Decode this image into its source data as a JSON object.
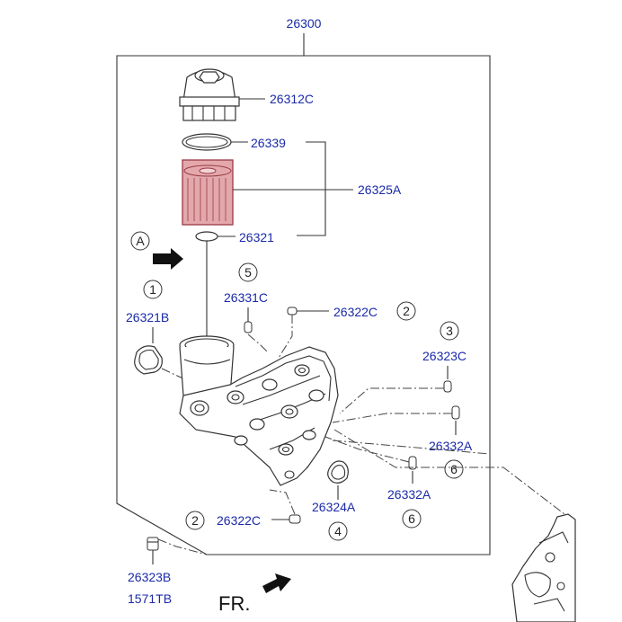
{
  "assembly_number": "26300",
  "parts": {
    "filter_cap": "26312C",
    "o_ring_cap": "26339",
    "filter_element": "26325A",
    "o_ring_small": "26321",
    "gasket_left": "26321B",
    "plug_5": "26331C",
    "plug_2_top": "26322C",
    "plug_3": "26323C",
    "plug_6_right": "26332A",
    "plug_6_center": "26332A",
    "gasket_4": "26324A",
    "plug_2_bottom": "26322C",
    "sensor_bottom": "26323B",
    "bolt_bottom": "1571TB"
  },
  "refs": {
    "view_a": "A",
    "r1": "1",
    "r2_top": "2",
    "r3": "3",
    "r4": "4",
    "r5": "5",
    "r6_right": "6",
    "r6_center": "6",
    "r2_bottom": "2"
  },
  "front_label": "FR.",
  "colors": {
    "part_number": "#1a2aa8",
    "highlight_fill": "#e3a8ac",
    "highlight_stroke": "#9b3a46"
  }
}
